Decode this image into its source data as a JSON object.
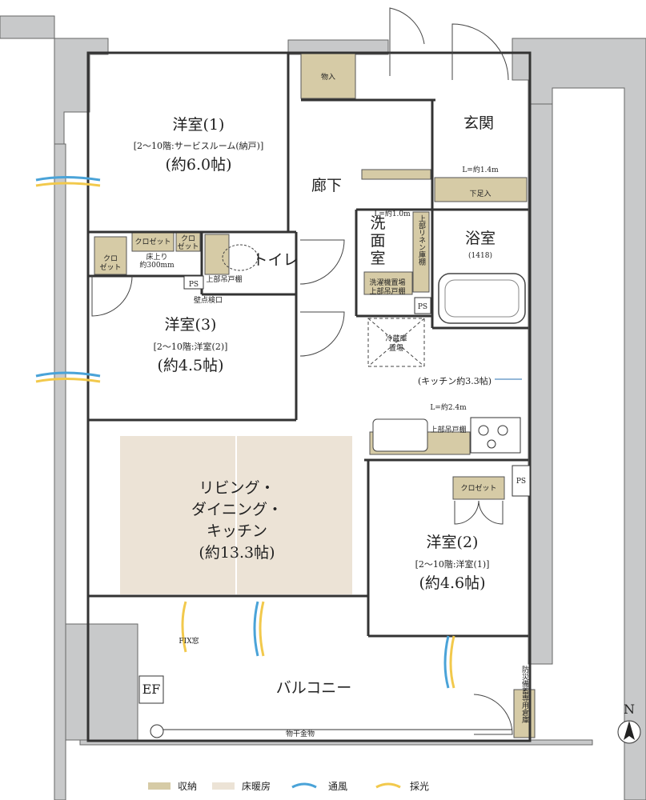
{
  "rooms": {
    "western1": {
      "name": "洋室(1)",
      "note": "[2～10階:サービスルーム(納戸)]",
      "size": "(約6.0帖)"
    },
    "western3": {
      "name": "洋室(3)",
      "note": "[2～10階:洋室(2)]",
      "size": "(約4.5帖)"
    },
    "western2": {
      "name": "洋室(2)",
      "note": "[2～10階:洋室(1)]",
      "size": "(約4.6帖)"
    },
    "ldk": {
      "line1": "リビング・",
      "line2": "ダイニング・",
      "line3": "キッチン",
      "size": "(約13.3帖)"
    },
    "entrance": "玄関",
    "corridor": "廊下",
    "toilet": "トイレ",
    "washroom": {
      "c1": "洗",
      "c2": "面",
      "c3": "室"
    },
    "bath": {
      "name": "浴室",
      "size": "(1418)"
    },
    "kitchen": "(キッチン約3.3帖)",
    "balcony": "バルコニー"
  },
  "labels": {
    "storage_in": "物入",
    "closet": "クロゼット",
    "closet_small_a": "クロ",
    "closet_small_b": "ゼット",
    "closet_v_a": "クロ",
    "closet_v_b": "ゼット",
    "floor_raise_a": "床上り",
    "floor_raise_b": "約300mm",
    "ps": "PS",
    "inspection": "壁点検口",
    "shoe_len": "L=約1.4m",
    "step": "下足入",
    "wash_len": "L=約1.0m",
    "upper_shelf": "上部リネン庫棚",
    "washer": "洗濯機置場",
    "wash_upper": "上部吊戸棚",
    "fridge_a": "冷蔵庫",
    "fridge_b": "置場",
    "kitchen_len": "L=約2.4m",
    "kitchen_upper": "上部吊戸棚",
    "fix_window": "FIX窓",
    "ef": "EF",
    "hanger": "物干金物",
    "disaster": "防災備蓄専用倉庫",
    "toilet_upper": "上部吊戸棚",
    "north": "N"
  },
  "legend": [
    {
      "label": "収納",
      "color": "#d6cba6"
    },
    {
      "label": "床暖房",
      "color": "#ece3d6"
    },
    {
      "label": "通風",
      "color": "#4aa3d8"
    },
    {
      "label": "採光",
      "color": "#f2c94c"
    }
  ]
}
